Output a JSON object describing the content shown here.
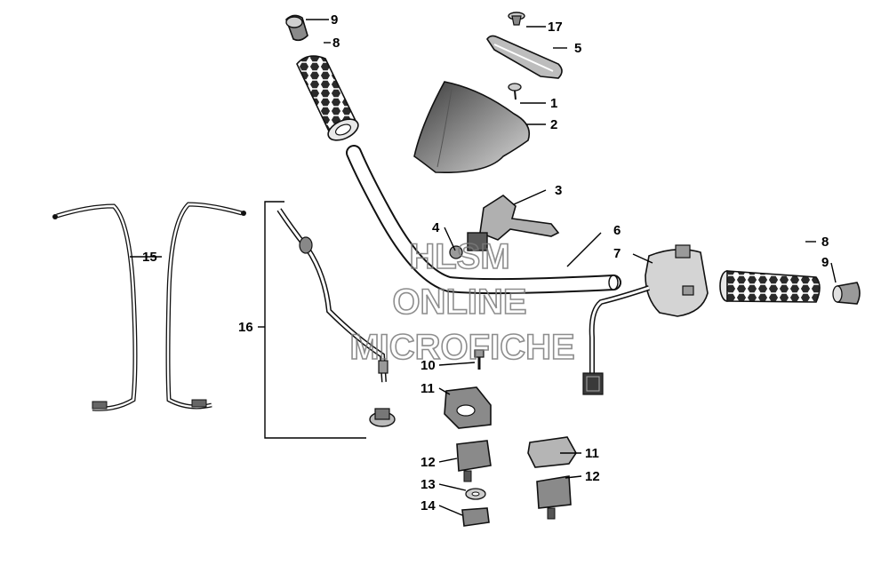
{
  "watermark": {
    "line1": "HLSM",
    "line2": "ONLINE",
    "line3": "MICROFICHE"
  },
  "callouts": [
    {
      "id": "c9a",
      "label": "9",
      "part": "grip-end-cap"
    },
    {
      "id": "c8a",
      "label": "8",
      "part": "hand-grip"
    },
    {
      "id": "c17",
      "label": "17",
      "part": "push-rivet"
    },
    {
      "id": "c5",
      "label": "5",
      "part": "trim-strip"
    },
    {
      "id": "c1",
      "label": "1",
      "part": "screw"
    },
    {
      "id": "c2",
      "label": "2",
      "part": "handlebar-cover"
    },
    {
      "id": "c3",
      "label": "3",
      "part": "mounting-bracket"
    },
    {
      "id": "c4",
      "label": "4",
      "part": "bolt"
    },
    {
      "id": "c6",
      "label": "6",
      "part": "handlebar"
    },
    {
      "id": "c7",
      "label": "7",
      "part": "switch-housing"
    },
    {
      "id": "c8b",
      "label": "8",
      "part": "hand-grip"
    },
    {
      "id": "c9b",
      "label": "9",
      "part": "grip-end-cap"
    },
    {
      "id": "c15",
      "label": "15",
      "part": "brake-cable"
    },
    {
      "id": "c16",
      "label": "16",
      "part": "throttle-cable-assembly"
    },
    {
      "id": "c10",
      "label": "10",
      "part": "cap-screw"
    },
    {
      "id": "c11a",
      "label": "11",
      "part": "handlebar-clamp-top"
    },
    {
      "id": "c11b",
      "label": "11",
      "part": "handlebar-clamp-top"
    },
    {
      "id": "c12a",
      "label": "12",
      "part": "handlebar-clamp-bottom"
    },
    {
      "id": "c12b",
      "label": "12",
      "part": "handlebar-clamp-bottom"
    },
    {
      "id": "c13",
      "label": "13",
      "part": "washer"
    },
    {
      "id": "c14",
      "label": "14",
      "part": "lock-nut"
    }
  ]
}
